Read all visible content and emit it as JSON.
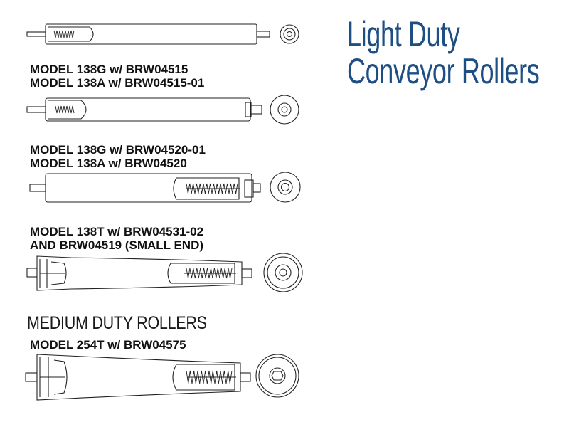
{
  "title": {
    "line1": "Light Duty",
    "line2": "Conveyor Rollers"
  },
  "light_duty_models": [
    {
      "line1": "MODEL 138G w/ BRW04515",
      "line2": "MODEL 138A w/ BRW04515-01"
    },
    {
      "line1": "MODEL 138G w/ BRW04520-01",
      "line2": "MODEL 138A w/ BRW04520"
    },
    {
      "line1": "MODEL 138T w/ BRW04531-02",
      "line2": "AND BRW04519 (SMALL END)"
    }
  ],
  "medium_duty": {
    "heading": "MEDIUM DUTY ROLLERS",
    "model": "MODEL 254T w/ BRW04575"
  },
  "colors": {
    "title": "#1e4f84",
    "text": "#111111",
    "line": "#222222"
  }
}
